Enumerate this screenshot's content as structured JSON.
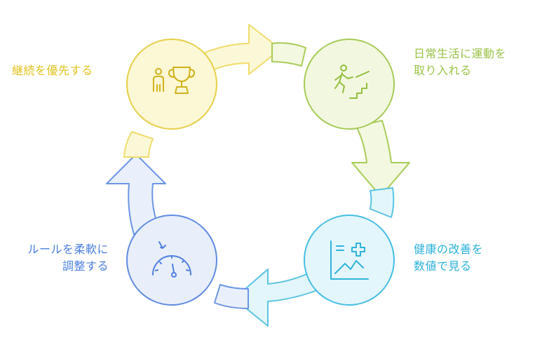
{
  "steps": [
    {
      "id": "prioritize",
      "lines": [
        "継続を優先する"
      ],
      "icon": "person-trophy-icon",
      "color": "#e0c21e"
    },
    {
      "id": "exercise",
      "lines": [
        "日常生活に運動を",
        "取り入れる"
      ],
      "icon": "person-climbing-stairs-icon",
      "color": "#98c246"
    },
    {
      "id": "measure",
      "lines": [
        "健康の改善を",
        "数値で見る"
      ],
      "icon": "chart-plus-minus-icon",
      "color": "#2ab1da"
    },
    {
      "id": "flexible",
      "lines": [
        "ルールを柔軟に",
        "調整する"
      ],
      "icon": "gauge-icon",
      "color": "#4a7fe0"
    }
  ]
}
